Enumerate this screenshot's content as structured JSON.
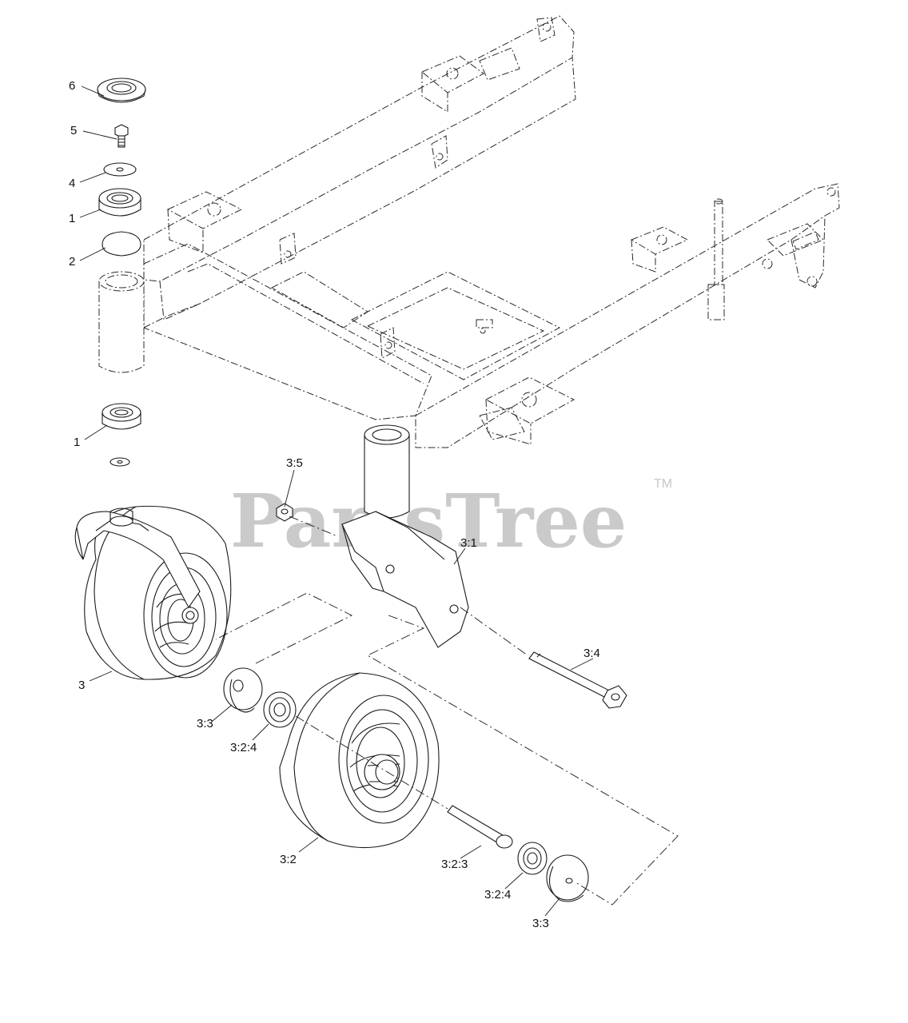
{
  "watermark": {
    "text": "PartsTree",
    "trademark": "TM",
    "color": "#c8c8c8"
  },
  "labels": {
    "l6": "6",
    "l5": "5",
    "l4": "4",
    "l1a": "1",
    "l2": "2",
    "l1b": "1",
    "l3_5": "3:5",
    "l3_1": "3:1",
    "l3": "3",
    "l3_4": "3:4",
    "l3_3a": "3:3",
    "l3_2_4a": "3:2:4",
    "l3_2": "3:2",
    "l3_2_3": "3:2:3",
    "l3_2_4b": "3:2:4",
    "l3_3b": "3:3"
  }
}
